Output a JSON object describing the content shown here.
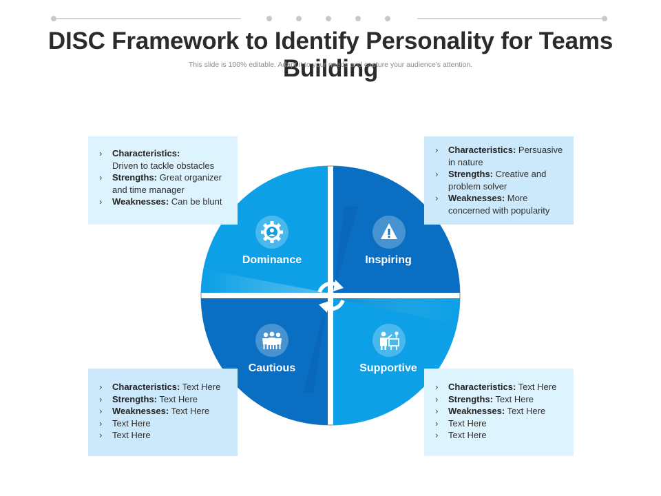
{
  "header": {
    "title": "DISC Framework to Identify Personality for Teams Building",
    "subtitle": "This slide is 100% editable. Adapt it to your needs and capture your audience's attention."
  },
  "quadrants": [
    {
      "id": "dominance",
      "label": "Dominance",
      "icon": "gear-person-icon",
      "color": "#0da0e6"
    },
    {
      "id": "inspiring",
      "label": "Inspiring",
      "icon": "warning-triangle-icon",
      "color": "#0a6ec2"
    },
    {
      "id": "cautious",
      "label": "Cautious",
      "icon": "group-people-icon",
      "color": "#0a6ec2"
    },
    {
      "id": "supportive",
      "label": "Supportive",
      "icon": "teacher-board-icon",
      "color": "#0da0e6"
    }
  ],
  "center": {
    "icon": "refresh-cycle-icon"
  },
  "boxes": {
    "top_left": [
      {
        "term": "Characteristics:",
        "text": "Driven to tackle obstacles"
      },
      {
        "term": "Strengths:",
        "text": "Great organizer and time manager"
      },
      {
        "term": "Weaknesses:",
        "text": "Can be blunt"
      }
    ],
    "top_right": [
      {
        "term": "Characteristics:",
        "text": "Persuasive in nature"
      },
      {
        "term": "Strengths:",
        "text": "Creative and problem solver"
      },
      {
        "term": "Weaknesses:",
        "text": "More concerned with popularity"
      }
    ],
    "bottom_left": [
      {
        "term": "Characteristics:",
        "text": "Text Here"
      },
      {
        "term": "Strengths:",
        "text": "Text Here"
      },
      {
        "term": "Weaknesses:",
        "text": "Text Here"
      },
      {
        "term": "",
        "text": "Text Here"
      },
      {
        "term": "",
        "text": "Text Here"
      }
    ],
    "bottom_right": [
      {
        "term": "Characteristics:",
        "text": "Text Here"
      },
      {
        "term": "Strengths:",
        "text": "Text Here"
      },
      {
        "term": "Weaknesses:",
        "text": "Text Here"
      },
      {
        "term": "",
        "text": "Text Here"
      },
      {
        "term": "",
        "text": "Text Here"
      }
    ]
  }
}
